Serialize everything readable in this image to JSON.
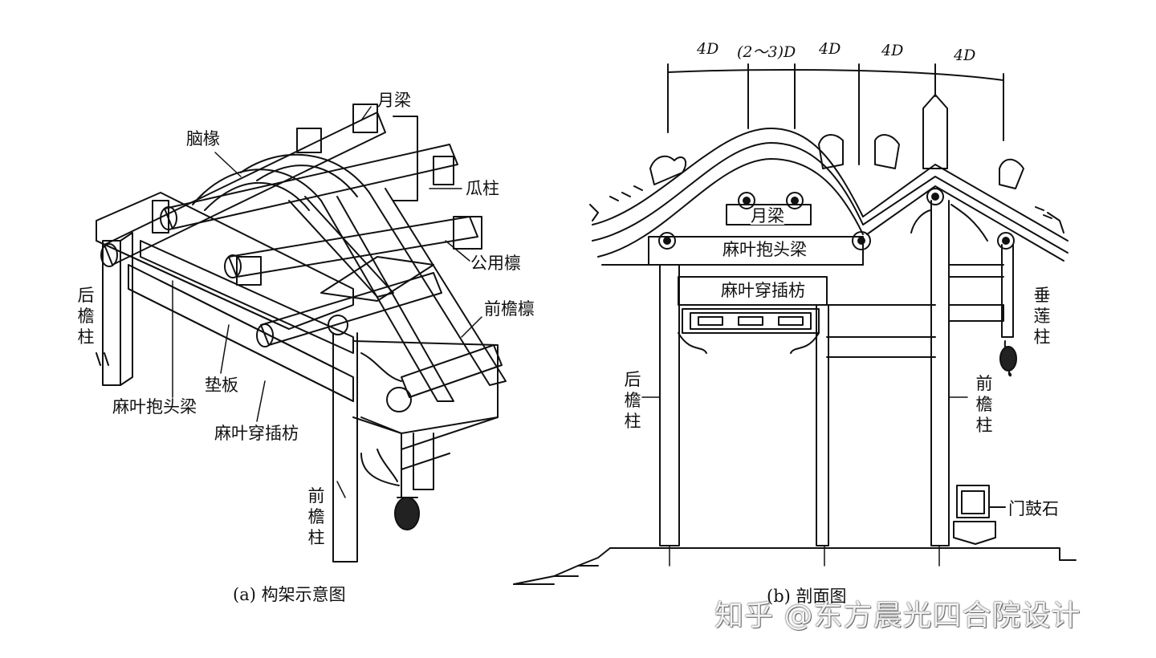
{
  "left_figure": {
    "caption": "(a) 构架示意图",
    "labels": {
      "yueliang": "月梁",
      "naochuan": "脑椽",
      "guazhu": "瓜柱",
      "gongyonglin": "公用檩",
      "qianyanlin": "前檐檩",
      "houyanzhu": "后檐柱",
      "dianban": "垫板",
      "mayebaotouliang": "麻叶抱头梁",
      "mayechuanchafang": "麻叶穿插枋",
      "qianyanzhu": "前檐柱"
    }
  },
  "right_figure": {
    "caption": "(b) 剖面图",
    "dimensions": [
      "4D",
      "(2～3)D",
      "4D",
      "4D",
      "4D"
    ],
    "labels": {
      "yueliang": "月梁",
      "mayebaotouliang": "麻叶抱头梁",
      "mayechuanchafang": "麻叶穿插枋",
      "houyanzhu": "后檐柱",
      "chuilianzhu": "垂莲柱",
      "qianyanzhu": "前檐柱",
      "mengushi": "门鼓石"
    }
  },
  "watermark": "知乎 @东方晨光四合院设计"
}
